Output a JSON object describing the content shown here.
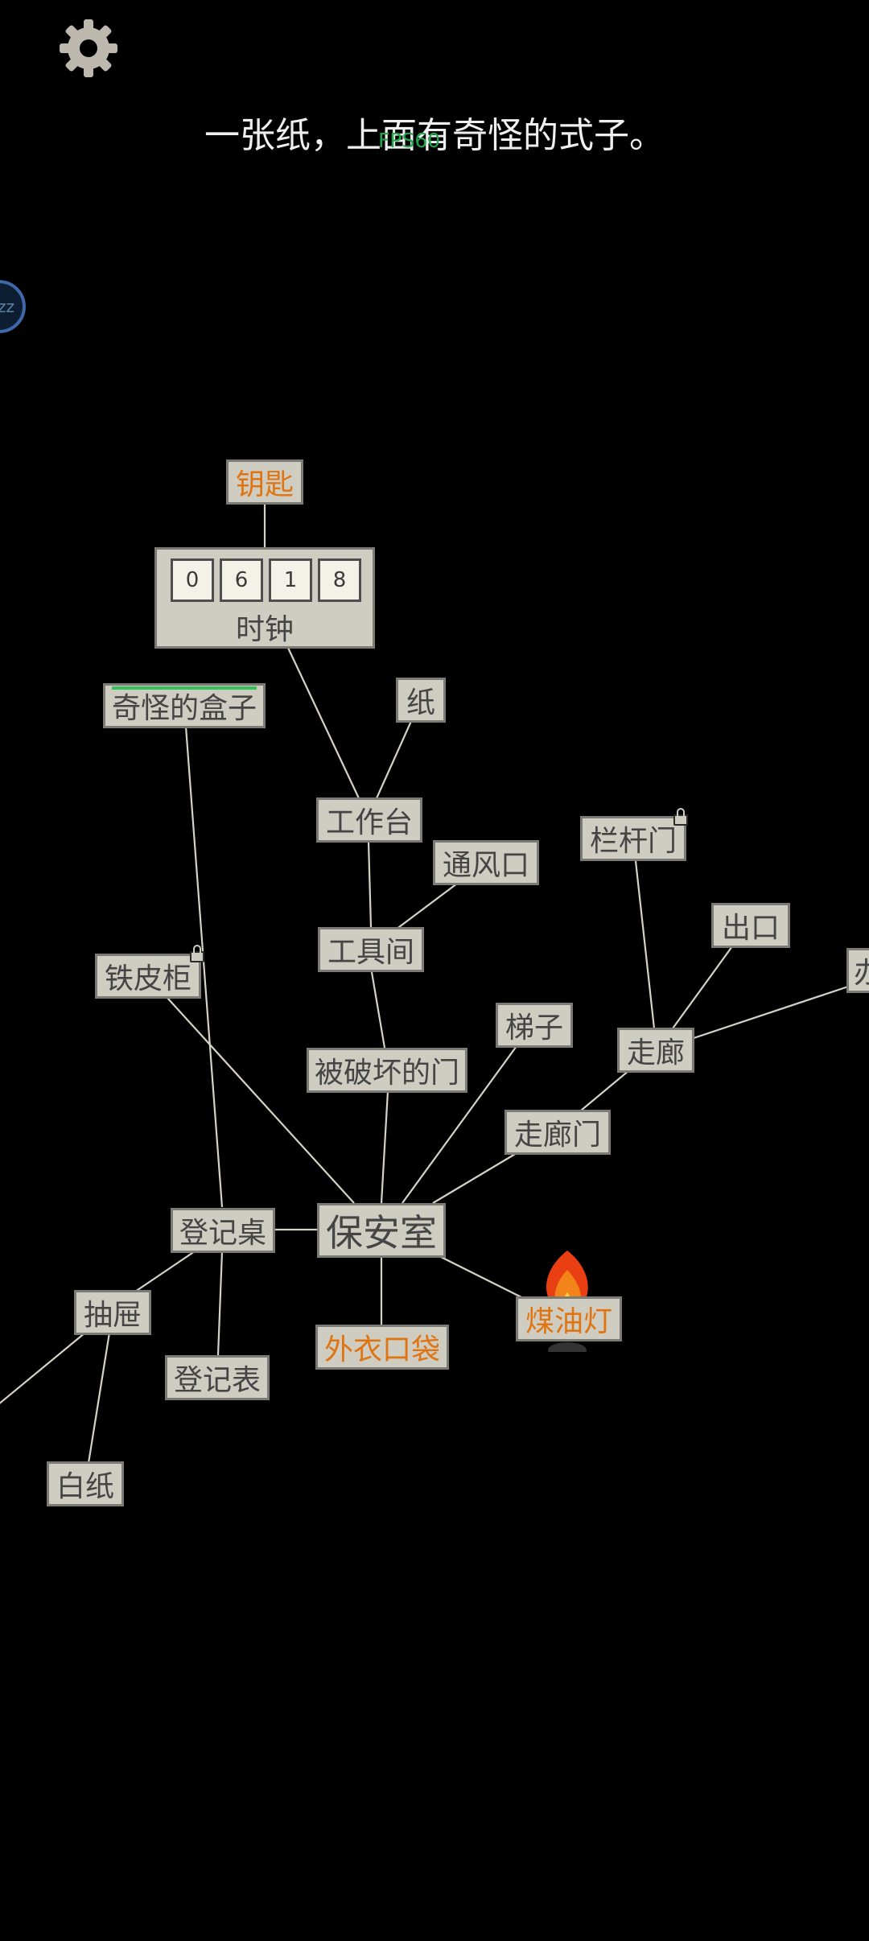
{
  "message": "一张纸，上面有奇怪的式子。",
  "fps_label": "FPS60",
  "settings_icon": "gear-icon",
  "sleep_button": {
    "label": "zz",
    "icon": "sleep-icon"
  },
  "clock": {
    "label": "时钟",
    "digits": [
      "0",
      "6",
      "1",
      "8"
    ]
  },
  "nodes": {
    "key": "钥匙",
    "strange_box": "奇怪的盒子",
    "paper": "纸",
    "workbench": "工作台",
    "vent": "通风口",
    "railing_gate": "栏杆门",
    "exit": "出口",
    "offscreen_right": "办",
    "tool_room": "工具间",
    "iron_cabinet": "铁皮柜",
    "ladder": "梯子",
    "corridor": "走廊",
    "broken_door": "被破坏的门",
    "corridor_door": "走廊门",
    "registration_desk": "登记桌",
    "security_room": "保安室",
    "drawer": "抽屉",
    "kerosene_lamp": "煤油灯",
    "coat_pocket": "外衣口袋",
    "registration_form": "登记表",
    "blank_paper": "白纸"
  },
  "colors": {
    "node_bg": "#cfccc2",
    "node_text": "#454545",
    "highlight_text": "#e07410",
    "link": "#d6d2c6",
    "progress": "#33c25a",
    "fps": "#1fa84a"
  },
  "strange_box_progress": 1.0
}
